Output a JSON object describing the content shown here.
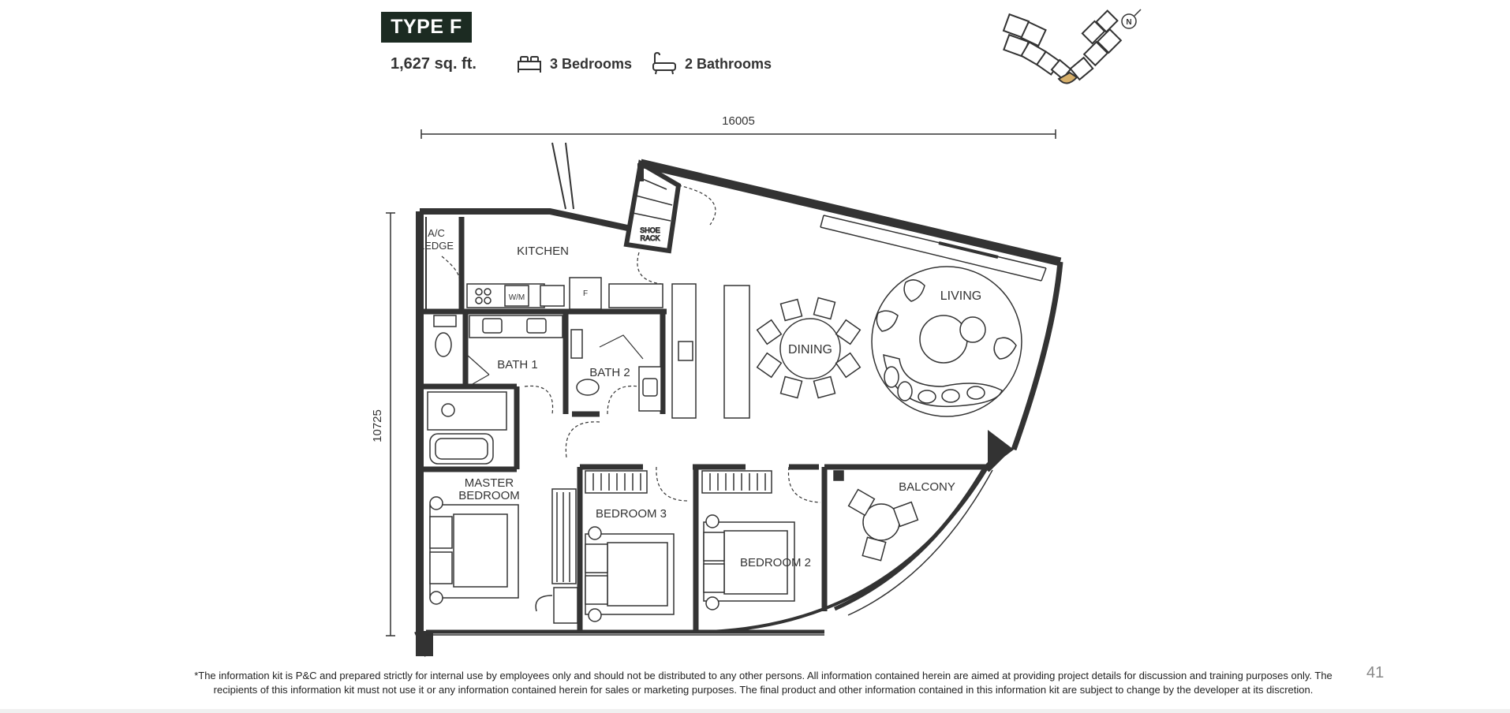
{
  "header": {
    "type_label": "TYPE F",
    "area": "1,627 sq. ft.",
    "bedrooms": "3 Bedrooms",
    "bathrooms": "2 Bathrooms",
    "bed_icon": "bed-icon",
    "bath_icon": "bathtub-icon"
  },
  "keyplan": {
    "north_label": "N",
    "highlight_color": "#d8b06a"
  },
  "plan": {
    "width_dim": "16005",
    "height_dim": "10725",
    "rooms": {
      "ac_ledge_1": "A/C",
      "ac_ledge_2": "LEDGE",
      "kitchen": "KITCHEN",
      "wm": "W/M",
      "fridge": "F",
      "shoe_rack_1": "SHOE",
      "shoe_rack_2": "RACK",
      "living": "LIVING",
      "dining": "DINING",
      "bath1": "BATH 1",
      "bath2": "BATH 2",
      "master_1": "MASTER",
      "master_2": "BEDROOM",
      "bedroom3": "BEDROOM 3",
      "bedroom2": "BEDROOM 2",
      "balcony": "BALCONY"
    },
    "wall_color": "#333333"
  },
  "footer": {
    "disclaimer_1": "*The information kit is P&C and prepared strictly for internal use by employees only and should not be distributed to any other persons. All information contained herein are aimed at providing project details for discussion and training purposes only. The",
    "disclaimer_2": "recipients of this information kit must not use it or any information contained herein for sales or marketing purposes. The final product and other information contained in this information kit are subject to change by the developer at its discretion.",
    "page_number": "41"
  }
}
